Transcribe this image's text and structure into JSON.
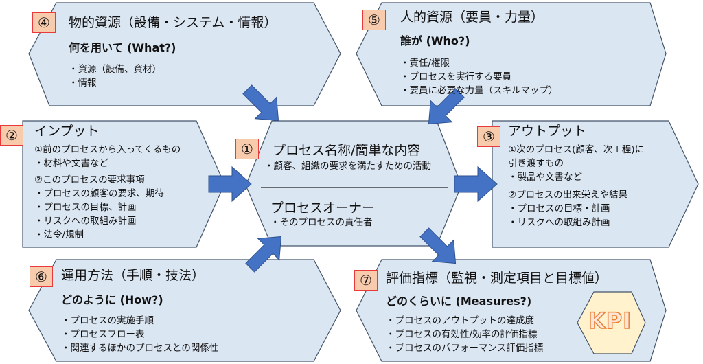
{
  "colors": {
    "shape_fill": "#dbe6f3",
    "shape_stroke": "#44546a",
    "arrow_fill": "#4472c4",
    "badge_fill": "#f8cbad",
    "badge_border": "#e83a3a",
    "kpi_fill": "#fff2cc",
    "kpi_text": "#ed7d31"
  },
  "process": {
    "badge": "①",
    "title": "プロセス名称/簡単な内容",
    "description": "・顧客、組織の要求を満たすための活動",
    "owner_title": "プロセスオーナー",
    "owner_description": "・そのプロセスの責任者"
  },
  "input": {
    "badge": "②",
    "title": "インプット",
    "lines": [
      "①前のプロセスから入ってくるもの",
      "・材料や文書など",
      "②このプロセスの要求事項",
      "・プロセスの顧客の要求、期待",
      "・プロセスの目標、計画",
      "・リスクへの取組み計画",
      "・法令/規制"
    ]
  },
  "output": {
    "badge": "③",
    "title": "アウトプット",
    "lines": [
      "①次のプロセス(顧客、次工程)に",
      "引き渡すもの",
      "・製品や文書など",
      "②プロセスの出来栄えや結果",
      "・プロセスの目標・計画",
      "・リスクへの取組み計画"
    ]
  },
  "physical_resources": {
    "badge": "④",
    "title": "物的資源（設備・システム・情報）",
    "question": "何を用いて (What?)",
    "items": [
      "・資源（設備、資材）",
      "・情報"
    ]
  },
  "human_resources": {
    "badge": "⑤",
    "title": "人的資源（要員・力量）",
    "question": "誰が (Who?)",
    "items": [
      "・責任/権限",
      "・プロセスを実行する要員",
      "・要員に必要な力量（スキルマップ）"
    ]
  },
  "operation_method": {
    "badge": "⑥",
    "title": "運用方法（手順・技法）",
    "question": "どのように (How?)",
    "items": [
      "・プロセスの実施手順",
      "・プロセスフロー表",
      "・関連するほかのプロセスとの関係性"
    ]
  },
  "evaluation": {
    "badge": "⑦",
    "title": "評価指標（監視・測定項目と目標値）",
    "question": "どのくらいに (Measures?)",
    "items": [
      "・プロセスのアウトプットの達成度",
      "・プロセスの有効性/効率の評価指標",
      "・プロセスのパフォーマンス評価指標"
    ],
    "kpi_label": "KPI"
  }
}
